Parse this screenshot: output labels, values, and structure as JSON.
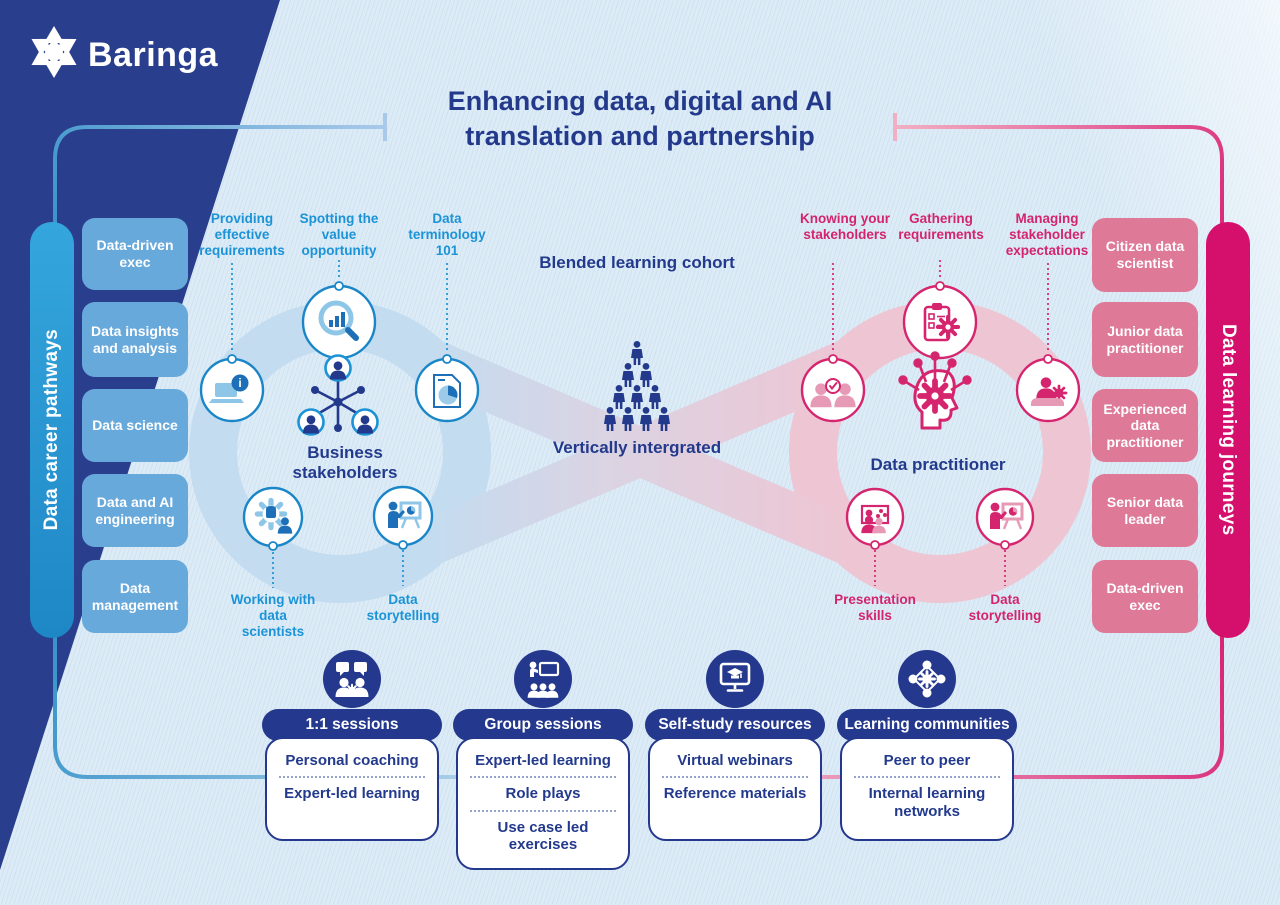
{
  "brand": {
    "name": "Baringa"
  },
  "title": {
    "text": "Enhancing data, digital and AI translation and partnership"
  },
  "left_pathway": {
    "title": "Data career pathways",
    "items": [
      "Data-driven exec",
      "Data insights and analysis",
      "Data science",
      "Data and AI engineering",
      "Data management"
    ]
  },
  "right_journeys": {
    "title": "Data learning journeys",
    "items": [
      "Citizen data scientist",
      "Junior data practitioner",
      "Experienced data practitioner",
      "Senior data leader",
      "Data-driven exec"
    ]
  },
  "blue_loop": {
    "center": "Business stakeholders",
    "topics": [
      "Providing effective requirements",
      "Spotting the value opportunity",
      "Data terminology 101",
      "Working with data scientists",
      "Data storytelling"
    ]
  },
  "pink_loop": {
    "center": "Data practitioner",
    "topics": [
      "Knowing your stakeholders",
      "Gathering requirements",
      "Managing stakeholder expectations",
      "Presentation skills",
      "Data storytelling"
    ]
  },
  "center": {
    "top": "Blended learning cohort",
    "bottom": "Vertically intergrated"
  },
  "bottom": {
    "groups": [
      {
        "label": "1:1 sessions",
        "items": [
          "Personal coaching",
          "Expert-led learning"
        ]
      },
      {
        "label": "Group sessions",
        "items": [
          "Expert-led learning",
          "Role plays",
          "Use case led exercises"
        ]
      },
      {
        "label": "Self-study resources",
        "items": [
          "Virtual webinars",
          "Reference materials"
        ]
      },
      {
        "label": "Learning communities",
        "items": [
          "Peer to peer",
          "Internal learning networks"
        ]
      }
    ]
  },
  "colors": {
    "navy": "#24388d",
    "cyan_label": "#1b93d6",
    "pink_label": "#d4246e",
    "blue_pill": "#2d9bd5",
    "pink_pill": "#d50f6c",
    "blue_box": "#68a9db",
    "pink_box": "#de7998",
    "blue_ring": "#c4dcf0",
    "pink_ring": "#eec5d3",
    "background": "#dcebf6"
  }
}
